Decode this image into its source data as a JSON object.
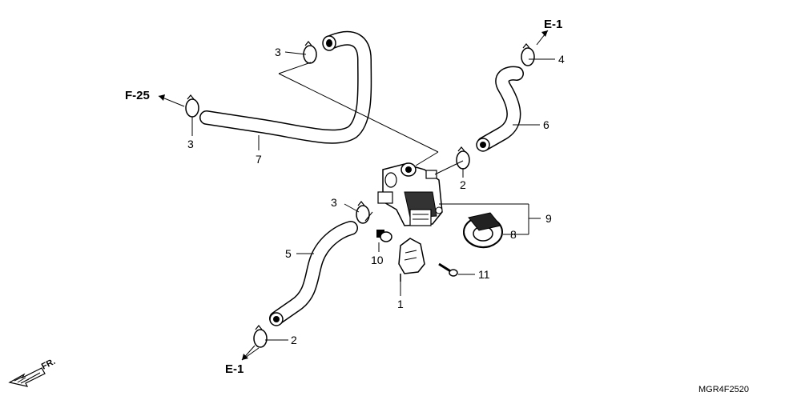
{
  "diagram": {
    "references": {
      "e1_top": "E-1",
      "e1_bottom": "E-1",
      "f25": "F-25"
    },
    "callouts": {
      "c1": "1",
      "c2a": "2",
      "c2b": "2",
      "c3a": "3",
      "c3b": "3",
      "c3c": "3",
      "c4": "4",
      "c5": "5",
      "c6": "6",
      "c7": "7",
      "c8": "8",
      "c9": "9",
      "c10": "10",
      "c11": "11"
    },
    "direction_label": "FR.",
    "diagram_code": "MGR4F2520"
  }
}
